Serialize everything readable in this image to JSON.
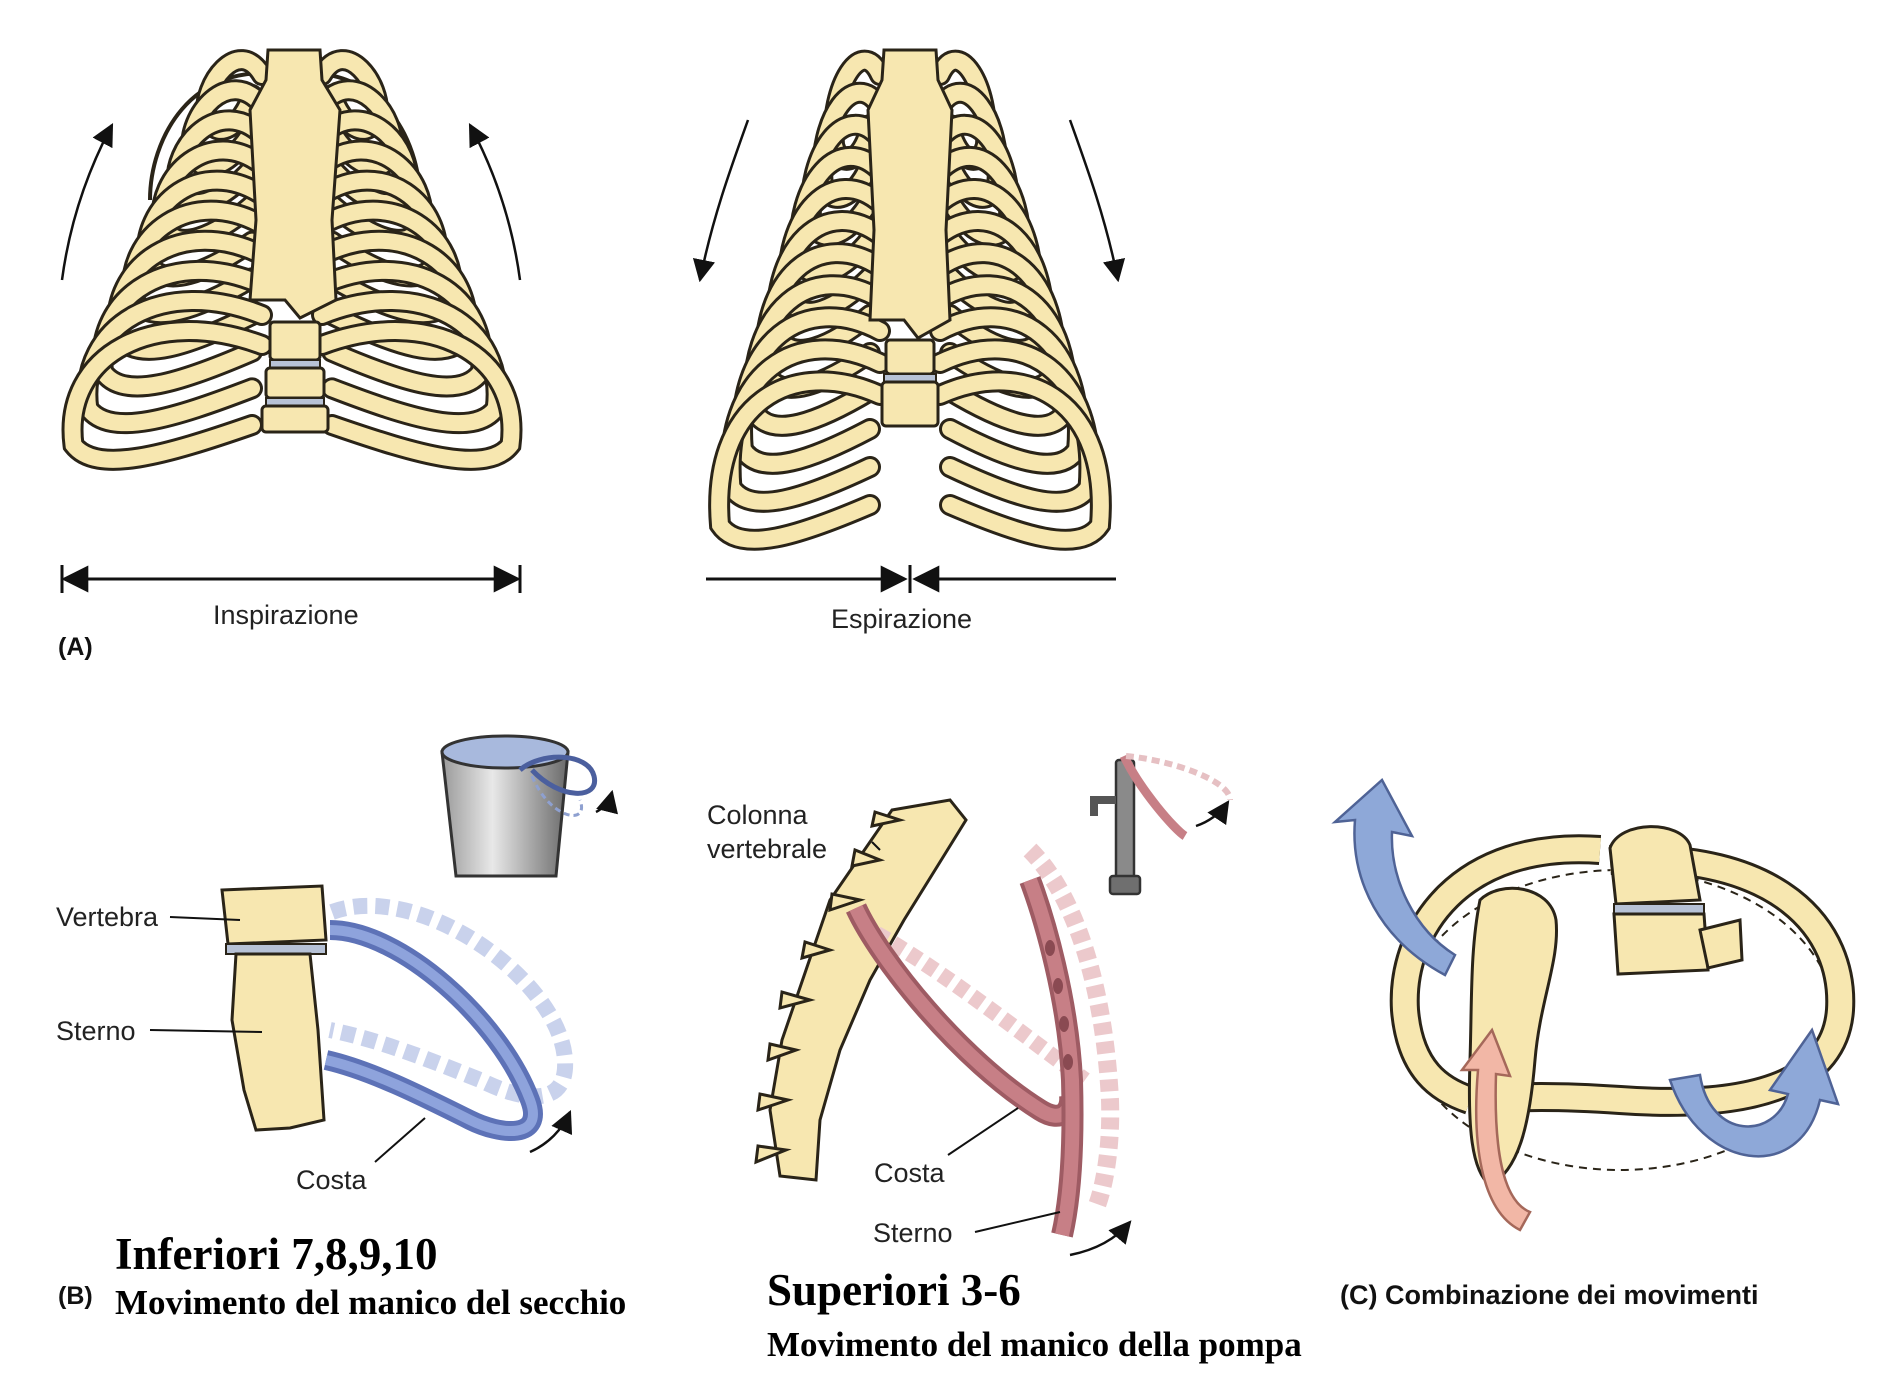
{
  "panel_a": {
    "letter": "(A)",
    "inspiration_label": "Inspirazione",
    "expiration_label": "Espirazione"
  },
  "panel_b": {
    "letter": "(B)",
    "labels": {
      "vertebra": "Vertebra",
      "sterno": "Sterno",
      "costa": "Costa"
    },
    "title": "Inferiori 7,8,9,10",
    "subtitle": "Movimento del manico del secchio"
  },
  "panel_pump": {
    "labels": {
      "colonna": "Colonna",
      "vertebrale": "vertebrale",
      "costa": "Costa",
      "sterno": "Sterno"
    },
    "title": "Superiori 3-6",
    "subtitle": "Movimento del manico della pompa"
  },
  "panel_c": {
    "caption": "(C) Combinazione dei movimenti"
  },
  "colors": {
    "bone": "#f7e7b0",
    "bone_outline": "#2a2418",
    "blue_rib": "#6f84c9",
    "pink_rib": "#c77f86",
    "arrow_blue": "#8ea8d8",
    "arrow_pink": "#f2b7a6"
  }
}
